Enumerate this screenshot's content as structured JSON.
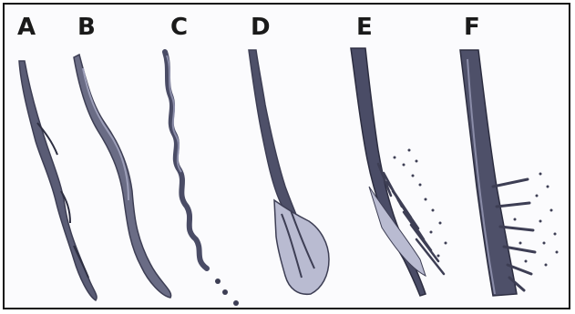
{
  "labels": {
    "a": "A",
    "b": "B",
    "c": "C",
    "d": "D",
    "e": "E",
    "f": "F"
  },
  "colors": {
    "frame": "#111111",
    "paper": "#fbfbfd",
    "pencil_dark": "#3d3e54",
    "pencil_mid": "#5a5c75",
    "pencil_light": "#8a8ca8",
    "pale_fill": "#b9bbd1"
  }
}
